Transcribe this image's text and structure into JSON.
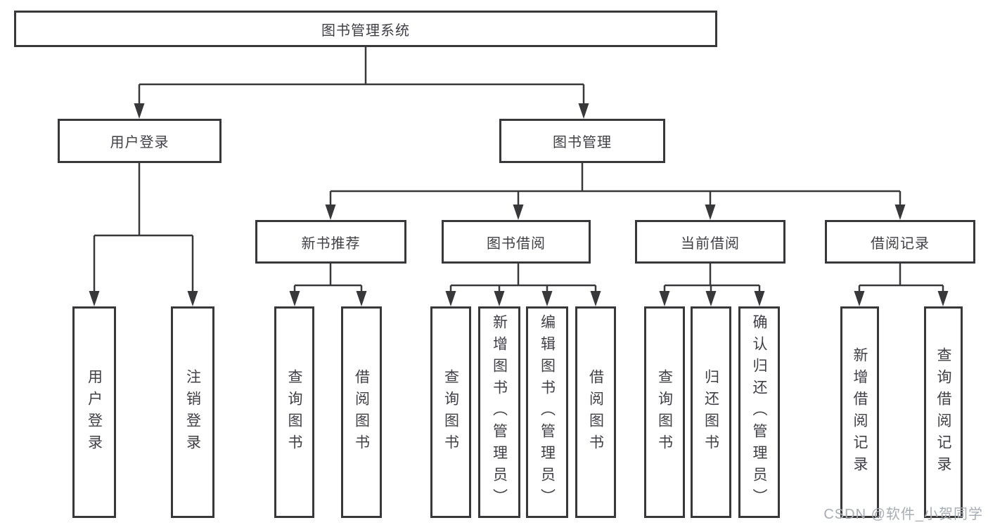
{
  "tree": {
    "label": "图书管理系统",
    "children": [
      {
        "label": "用户登录",
        "children": [
          {
            "label": "用户登录"
          },
          {
            "label": "注销登录"
          }
        ]
      },
      {
        "label": "图书管理",
        "children": [
          {
            "label": "新书推荐",
            "children": [
              {
                "label": "查询图书"
              },
              {
                "label": "借阅图书"
              }
            ]
          },
          {
            "label": "图书借阅",
            "children": [
              {
                "label": "查询图书"
              },
              {
                "label": "新增图书（管理员）"
              },
              {
                "label": "编辑图书（管理员）"
              },
              {
                "label": "借阅图书"
              }
            ]
          },
          {
            "label": "当前借阅",
            "children": [
              {
                "label": "查询图书"
              },
              {
                "label": "归还图书"
              },
              {
                "label": "确认归还（管理员）"
              }
            ]
          },
          {
            "label": "借阅记录",
            "children": [
              {
                "label": "新增借阅记录"
              },
              {
                "label": "查询借阅记录"
              }
            ]
          }
        ]
      }
    ]
  },
  "watermark": "CSDN @软件_小贺同学",
  "colors": {
    "line": "#38383b",
    "text": "#3f3f46",
    "background": "#ffffff",
    "watermark": "#a7adb3"
  }
}
